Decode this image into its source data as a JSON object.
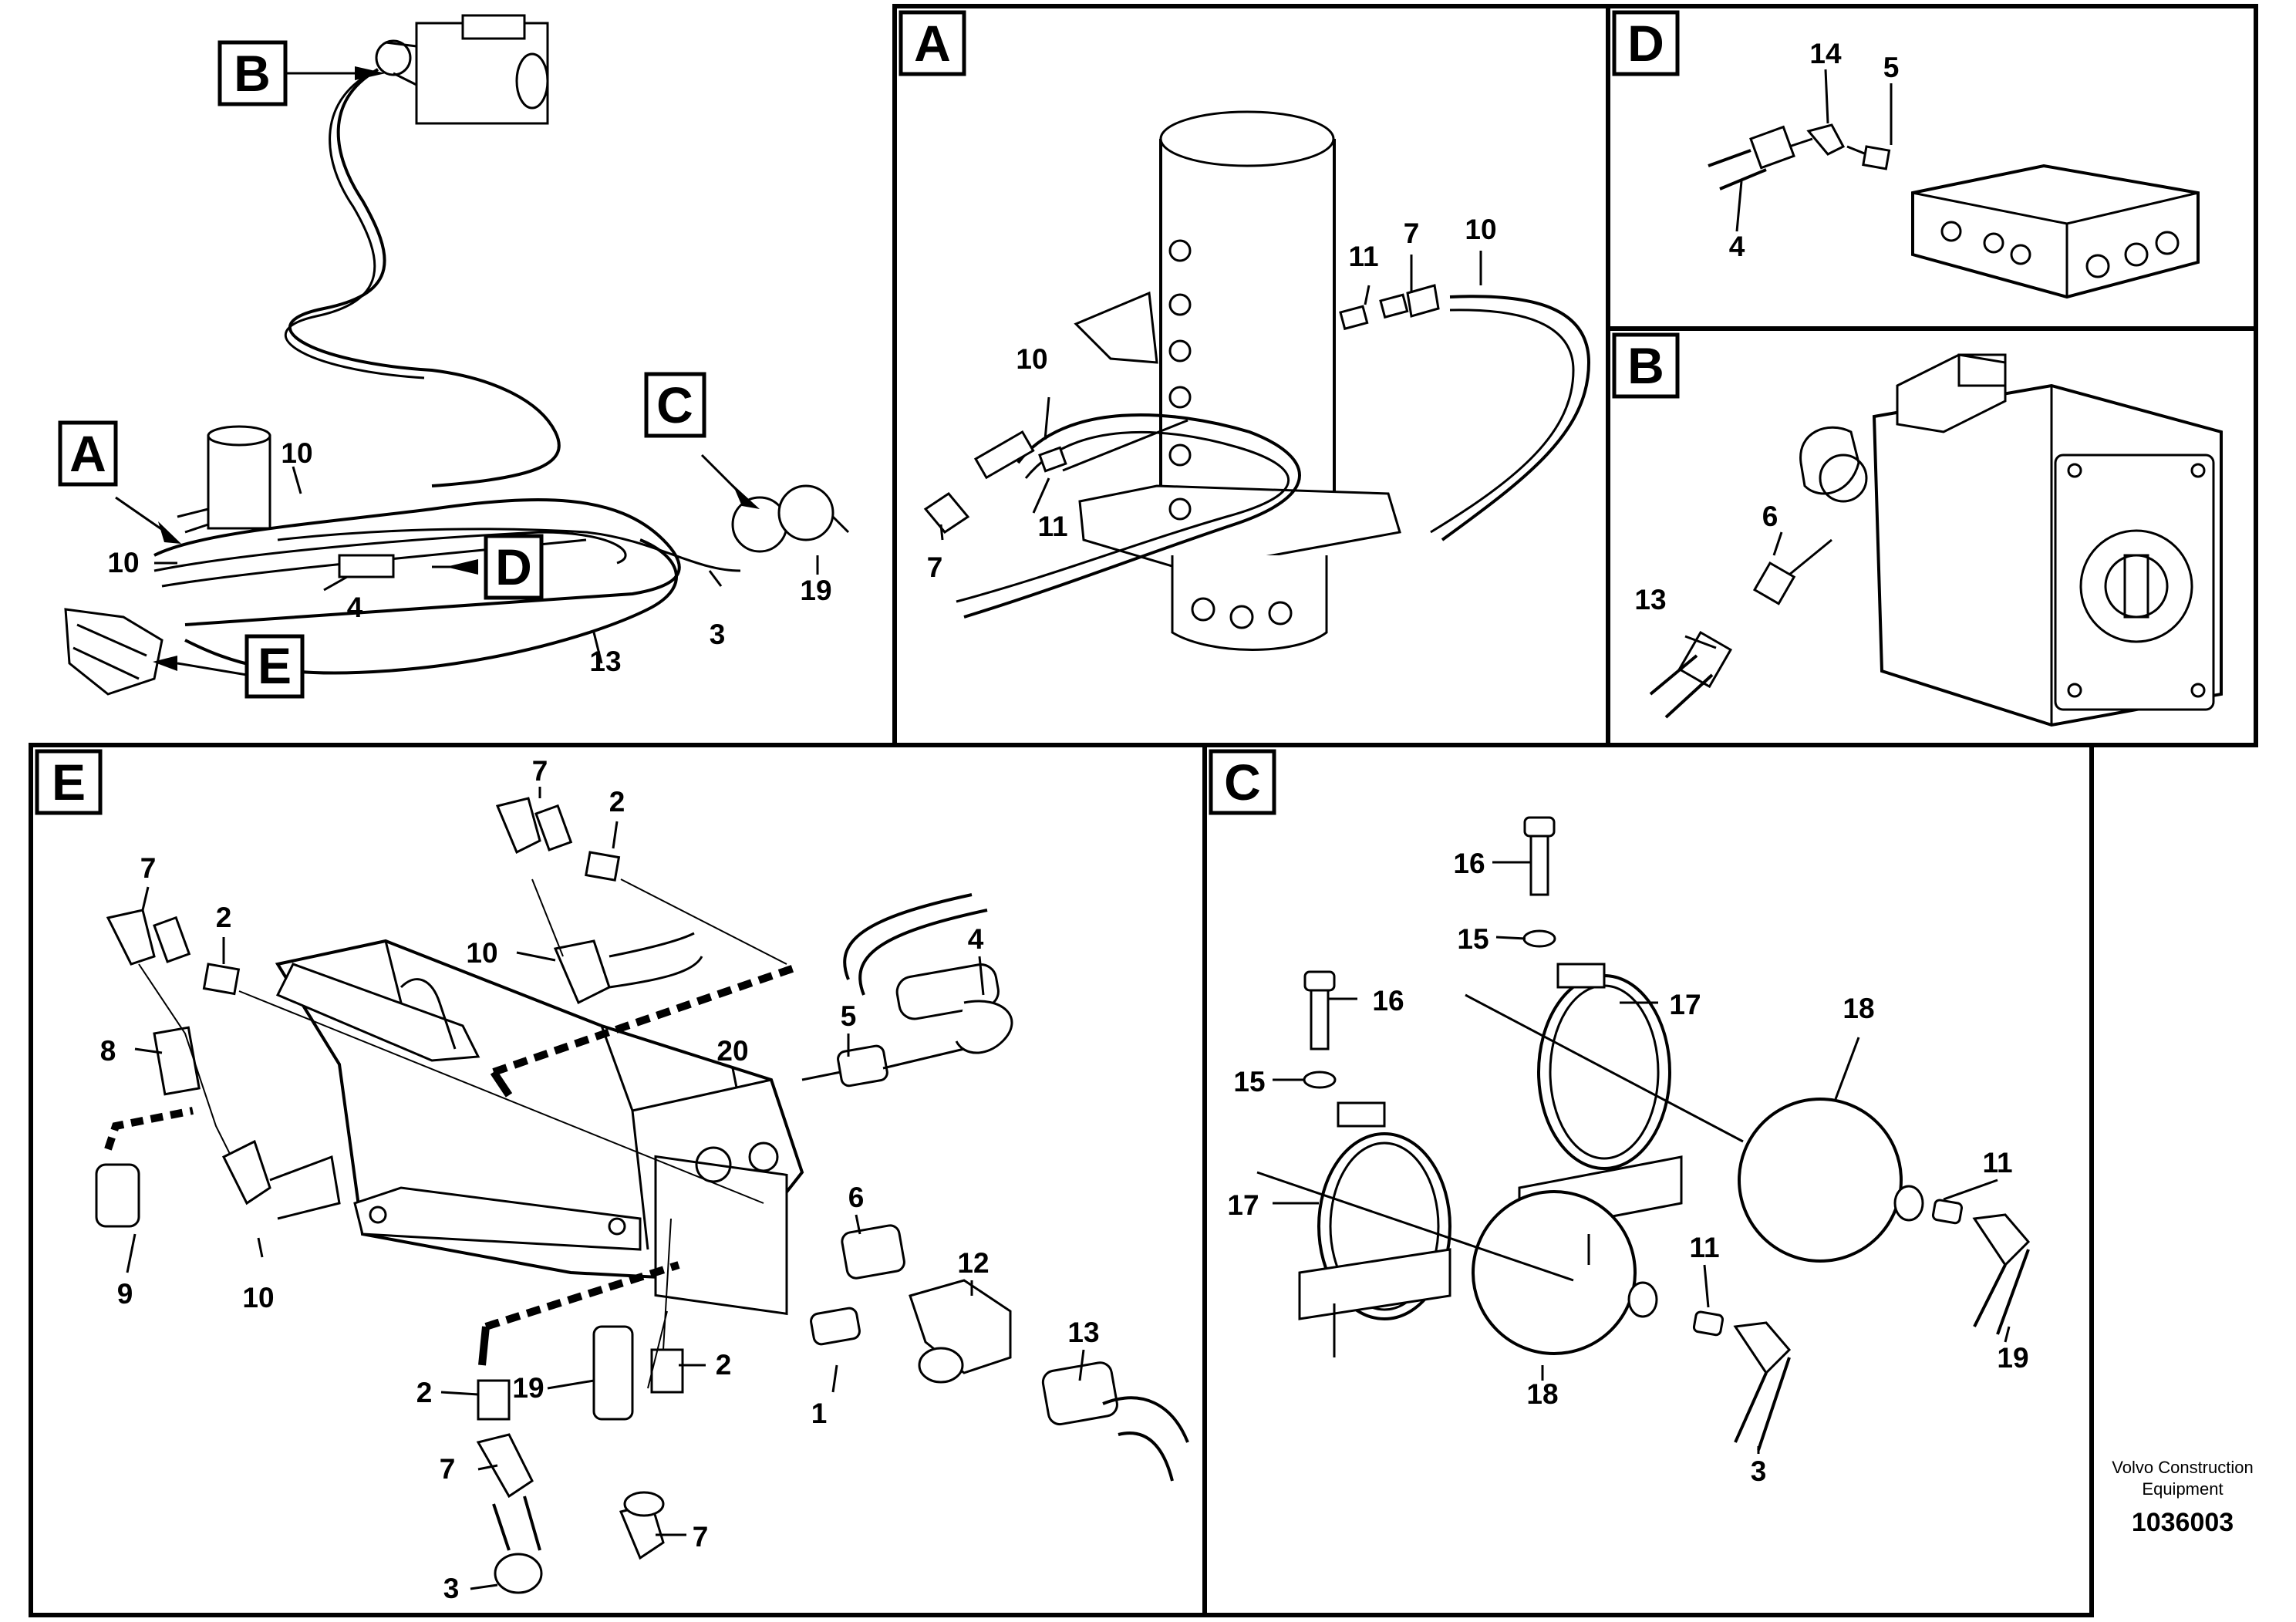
{
  "overview": {
    "callouts": [
      "B",
      "A",
      "C",
      "D",
      "E"
    ],
    "numbers": [
      "10",
      "10",
      "4",
      "13",
      "3",
      "19"
    ]
  },
  "panels": {
    "A": {
      "letter": "A",
      "numbers": [
        "11",
        "7",
        "10",
        "10",
        "11",
        "7"
      ]
    },
    "D": {
      "letter": "D",
      "numbers": [
        "14",
        "5",
        "4"
      ]
    },
    "B": {
      "letter": "B",
      "numbers": [
        "6",
        "13"
      ]
    },
    "E": {
      "letter": "E",
      "numbers": [
        "7",
        "2",
        "7",
        "2",
        "10",
        "4",
        "8",
        "5",
        "20",
        "6",
        "12",
        "13",
        "10",
        "9",
        "1",
        "2",
        "19",
        "2",
        "7",
        "7",
        "3"
      ]
    },
    "C": {
      "letter": "C",
      "numbers": [
        "16",
        "15",
        "16",
        "17",
        "15",
        "18",
        "17",
        "11",
        "11",
        "18",
        "19",
        "3"
      ]
    }
  },
  "footer": {
    "credit_line1": "Volvo Construction",
    "credit_line2": "Equipment",
    "part_number": "1036003"
  }
}
